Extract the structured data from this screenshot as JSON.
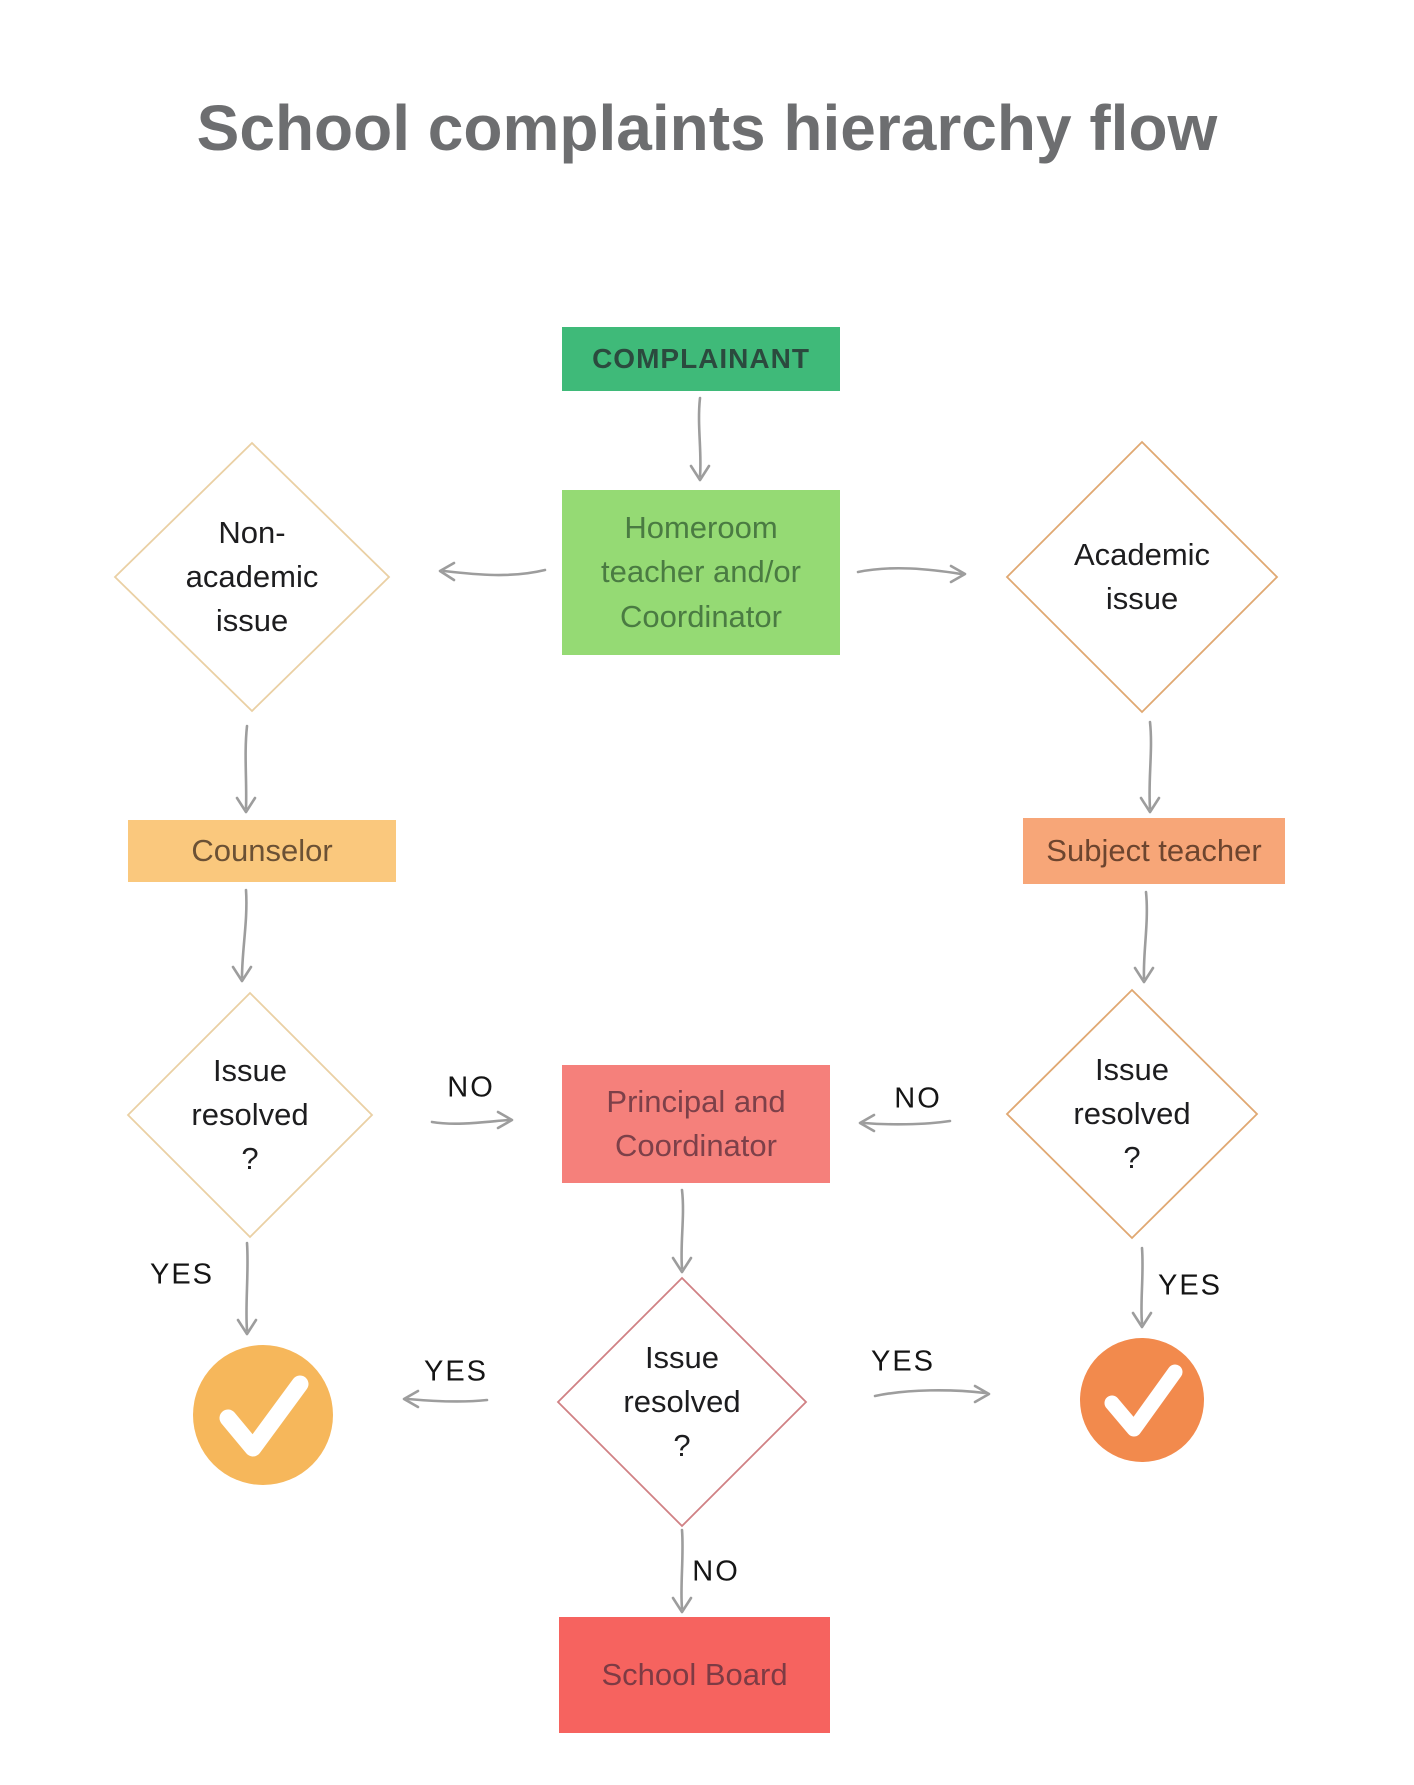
{
  "title": "School complaints hierarchy flow",
  "nodes": {
    "complainant": {
      "label": "COMPLAINANT"
    },
    "homeroom": {
      "label": "Homeroom teacher and/or Coordinator"
    },
    "non_academic": {
      "label": "Non-academic issue"
    },
    "academic": {
      "label": "Academic issue"
    },
    "counselor": {
      "label": "Counselor"
    },
    "subject_teacher": {
      "label": "Subject teacher"
    },
    "issue_resolved_left": {
      "label": "Issue resolved ?"
    },
    "issue_resolved_right": {
      "label": "Issue resolved ?"
    },
    "principal": {
      "label": "Principal and Coordinator"
    },
    "issue_resolved_center": {
      "label": "Issue resolved ?"
    },
    "school_board": {
      "label": "School Board"
    }
  },
  "edge_labels": {
    "no_left": "NO",
    "no_right": "NO",
    "no_center": "NO",
    "yes_left": "YES",
    "yes_right": "YES",
    "yes_center_left": "YES",
    "yes_center_right": "YES"
  },
  "icons": {
    "resolved_check": "✓"
  },
  "colors": {
    "canvas_bg": "#ffffff",
    "title_text": "#6d6e70",
    "complainant_bg": "#3fba79",
    "complainant_text": "#2b4a3e",
    "homeroom_bg": "#95da74",
    "homeroom_text": "#4a7b42",
    "counselor_bg": "#fac87d",
    "counselor_text": "#6b5135",
    "subject_bg": "#f7a678",
    "subject_text": "#6d452f",
    "principal_bg": "#f5807b",
    "principal_text": "#7d4049",
    "school_board_bg": "#f6635f",
    "school_board_text": "#7d3b44",
    "diamond_tan_border": "#ead0a4",
    "diamond_orange_border": "#e0a872",
    "diamond_red_border": "#d08184",
    "diamond_text": "#1d1d1f",
    "check_left_bg": "#f6b75b",
    "check_right_bg": "#f28a4d",
    "check_mark": "#ffffff",
    "arrow": "#9d9d9d",
    "edge_label_text": "#151515"
  }
}
